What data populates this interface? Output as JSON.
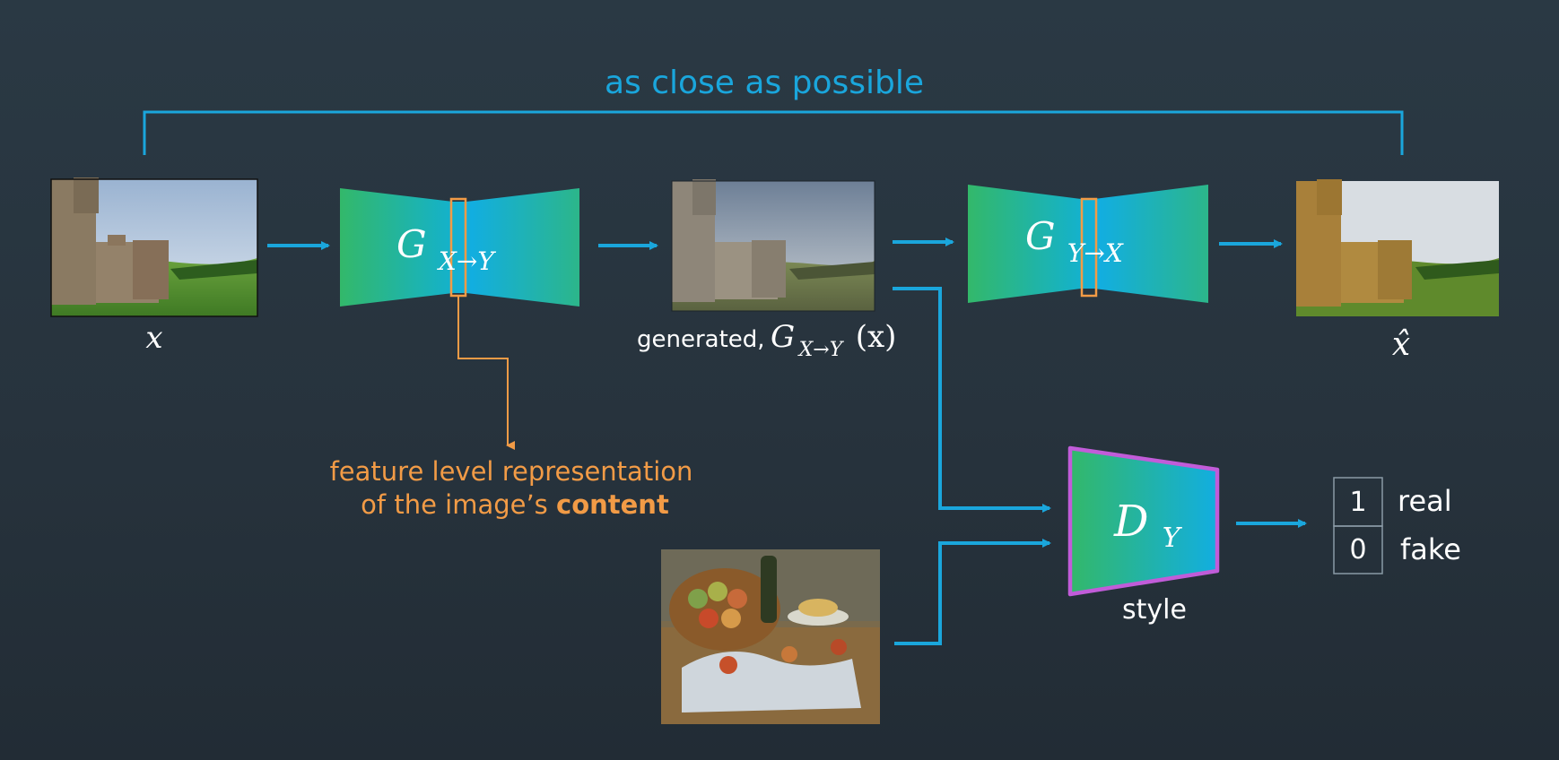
{
  "top_label": "as close as possible",
  "input_label": "x",
  "generator_xy": {
    "letter": "G",
    "subscript": "X→Y"
  },
  "generator_yx": {
    "letter": "G",
    "subscript": "Y→X"
  },
  "generated_caption": {
    "word": "generated,",
    "letter": "G",
    "subscript": "X→Y",
    "argument": "(x)"
  },
  "reconstruction_label": "x̂",
  "content_note": {
    "line1": "feature level representation",
    "line2_prefix": "of the image’s ",
    "line2_bold": "content"
  },
  "discriminator": {
    "letter": "D",
    "subscript": "Y",
    "caption": "style"
  },
  "outputs": [
    {
      "value": "1",
      "label": "real"
    },
    {
      "value": "0",
      "label": "fake"
    }
  ],
  "colors": {
    "arrow": "#1aa6dc",
    "feature": "#f29b46",
    "discriminator_border": "#c15cd9",
    "gen_gradient_start": "#33b86a",
    "gen_gradient_end": "#12aee0"
  },
  "icons": {
    "input_photo": "castle-photo",
    "generated_image": "castle-painting",
    "reconstructed_photo": "castle-photo-reconstructed",
    "style_painting": "still-life-painting"
  }
}
